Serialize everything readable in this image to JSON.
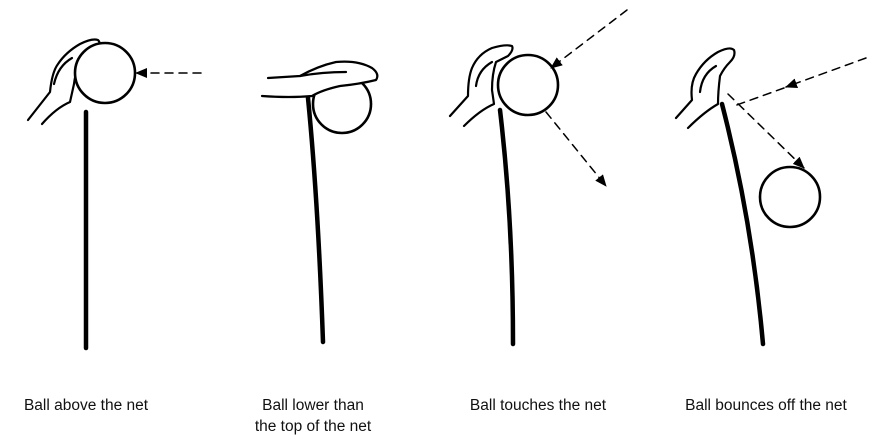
{
  "panels": [
    {
      "id": "panel-1",
      "caption_lines": [
        "Ball above the net"
      ]
    },
    {
      "id": "panel-2",
      "caption_lines": [
        "Ball lower than",
        "the top of the net"
      ]
    },
    {
      "id": "panel-3",
      "caption_lines": [
        "Ball touches the net"
      ]
    },
    {
      "id": "panel-4",
      "caption_lines": [
        "Ball bounces off the net"
      ]
    }
  ],
  "colors": {
    "stroke": "#000000",
    "text": "#111111",
    "background": "#ffffff"
  }
}
